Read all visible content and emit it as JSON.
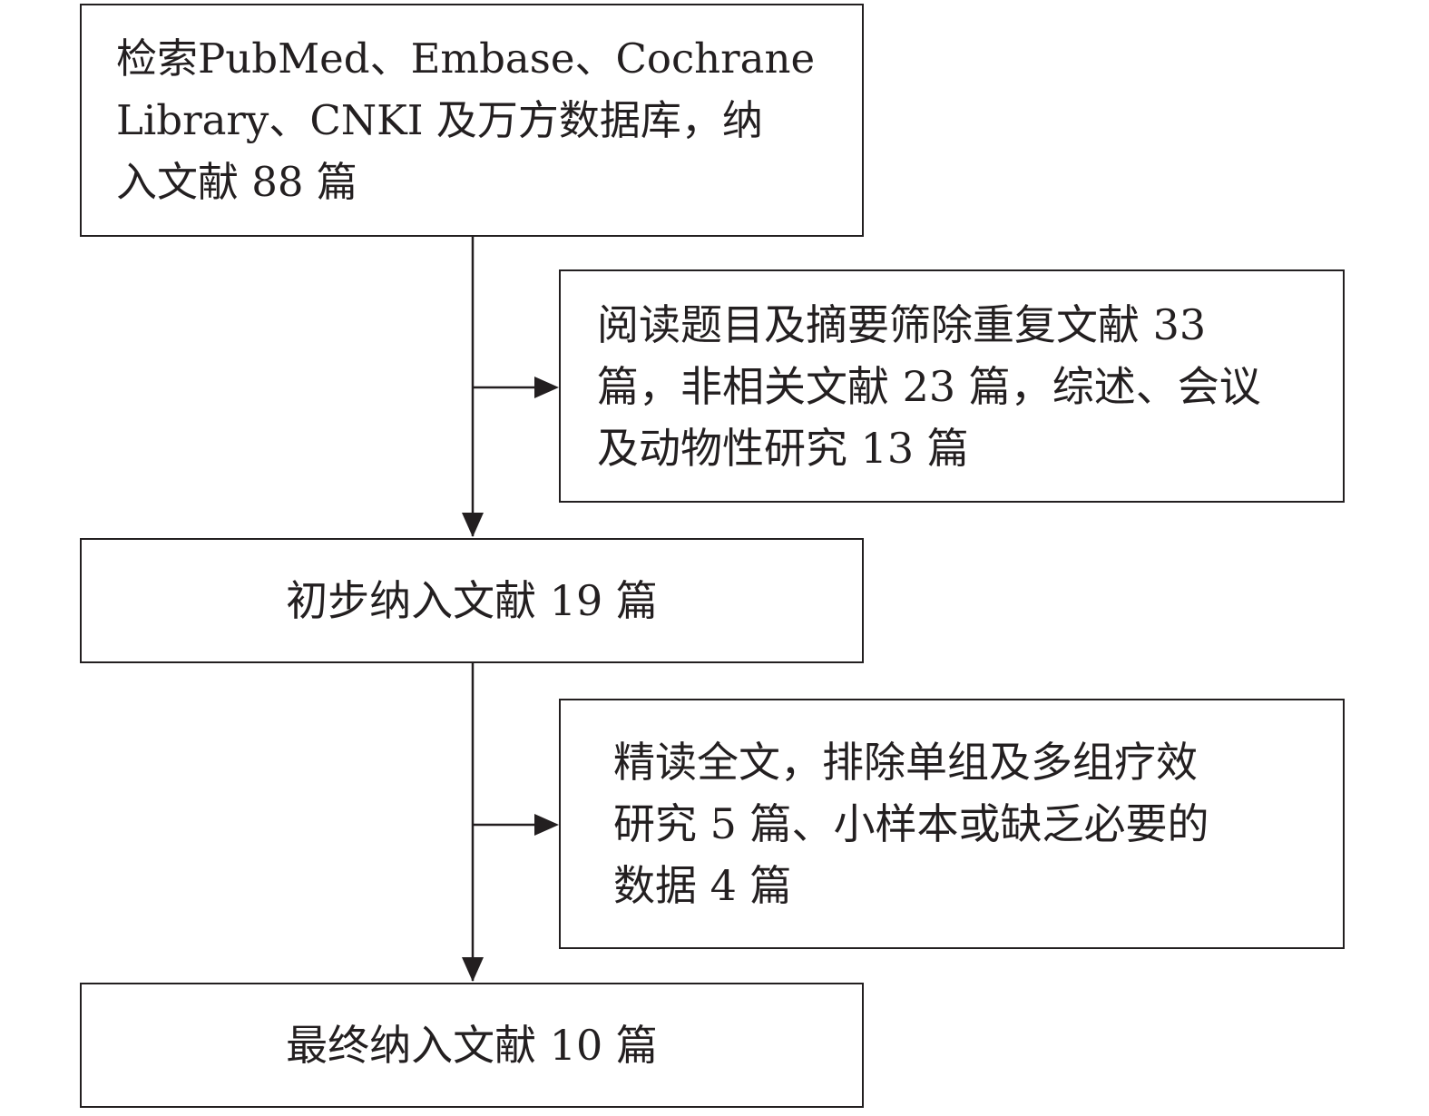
{
  "flowchart": {
    "search": {
      "line1": "检索PubMed、Embase、Cochrane",
      "line2": "Library、CNKI 及万方数据库，纳",
      "line3": "入文献 88 篇"
    },
    "exclusion_screening": {
      "line1": "阅读题目及摘要筛除重复文献 33",
      "line2": "篇，非相关文献 23 篇，综述、会议",
      "line3": "及动物性研究 13 篇"
    },
    "preliminary": {
      "text": "初步纳入文献 19 篇"
    },
    "exclusion_fulltext": {
      "line1": "精读全文，排除单组及多组疗效",
      "line2": "研究 5 篇、小样本或缺乏必要的",
      "line3": "数据 4 篇"
    },
    "final": {
      "text": "最终纳入文献 10 篇"
    }
  },
  "colors": {
    "stroke": "#231f20",
    "background": "#ffffff"
  }
}
